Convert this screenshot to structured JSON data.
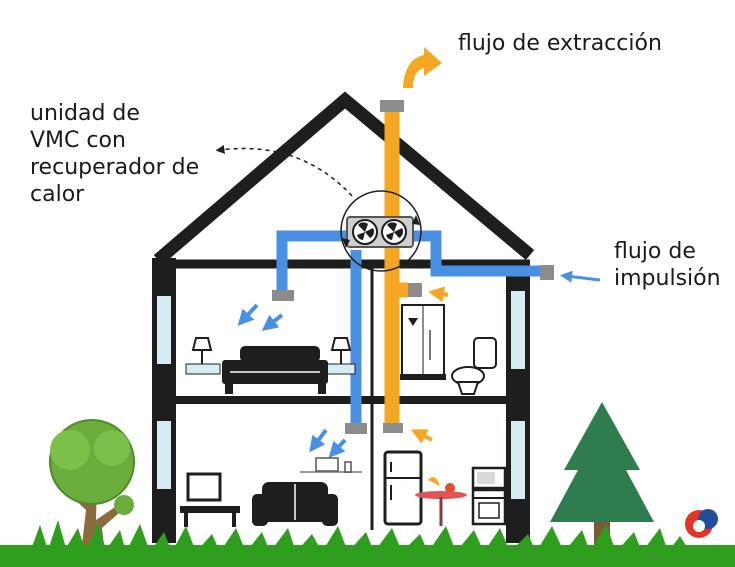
{
  "labels": {
    "extraction_flow": "flujo de extracción",
    "vmc_unit": [
      "unidad de",
      "VMC con",
      "recuperador de",
      "calor"
    ],
    "supply_flow": [
      "flujo de",
      "impulsión"
    ]
  },
  "colors": {
    "supply_duct": "#4a90e2",
    "extract_duct": "#f5a623",
    "house_outline": "#1e1e1e",
    "window_glass": "#d4ecf2",
    "grass": "#2f9e1f",
    "tree_foliage": "#6aad3c",
    "pine_foliage": "#2f7d4f",
    "trunk": "#8b6b3d",
    "vent_grille": "#8c8c8c"
  },
  "icons": [
    "fan-icon",
    "bed-icon",
    "shower-icon",
    "toilet-icon",
    "tv-icon",
    "sofa-icon",
    "fridge-icon",
    "oven-icon",
    "microwave-icon",
    "lamp-icon",
    "laptop-icon",
    "table-icon",
    "logo-icon"
  ]
}
